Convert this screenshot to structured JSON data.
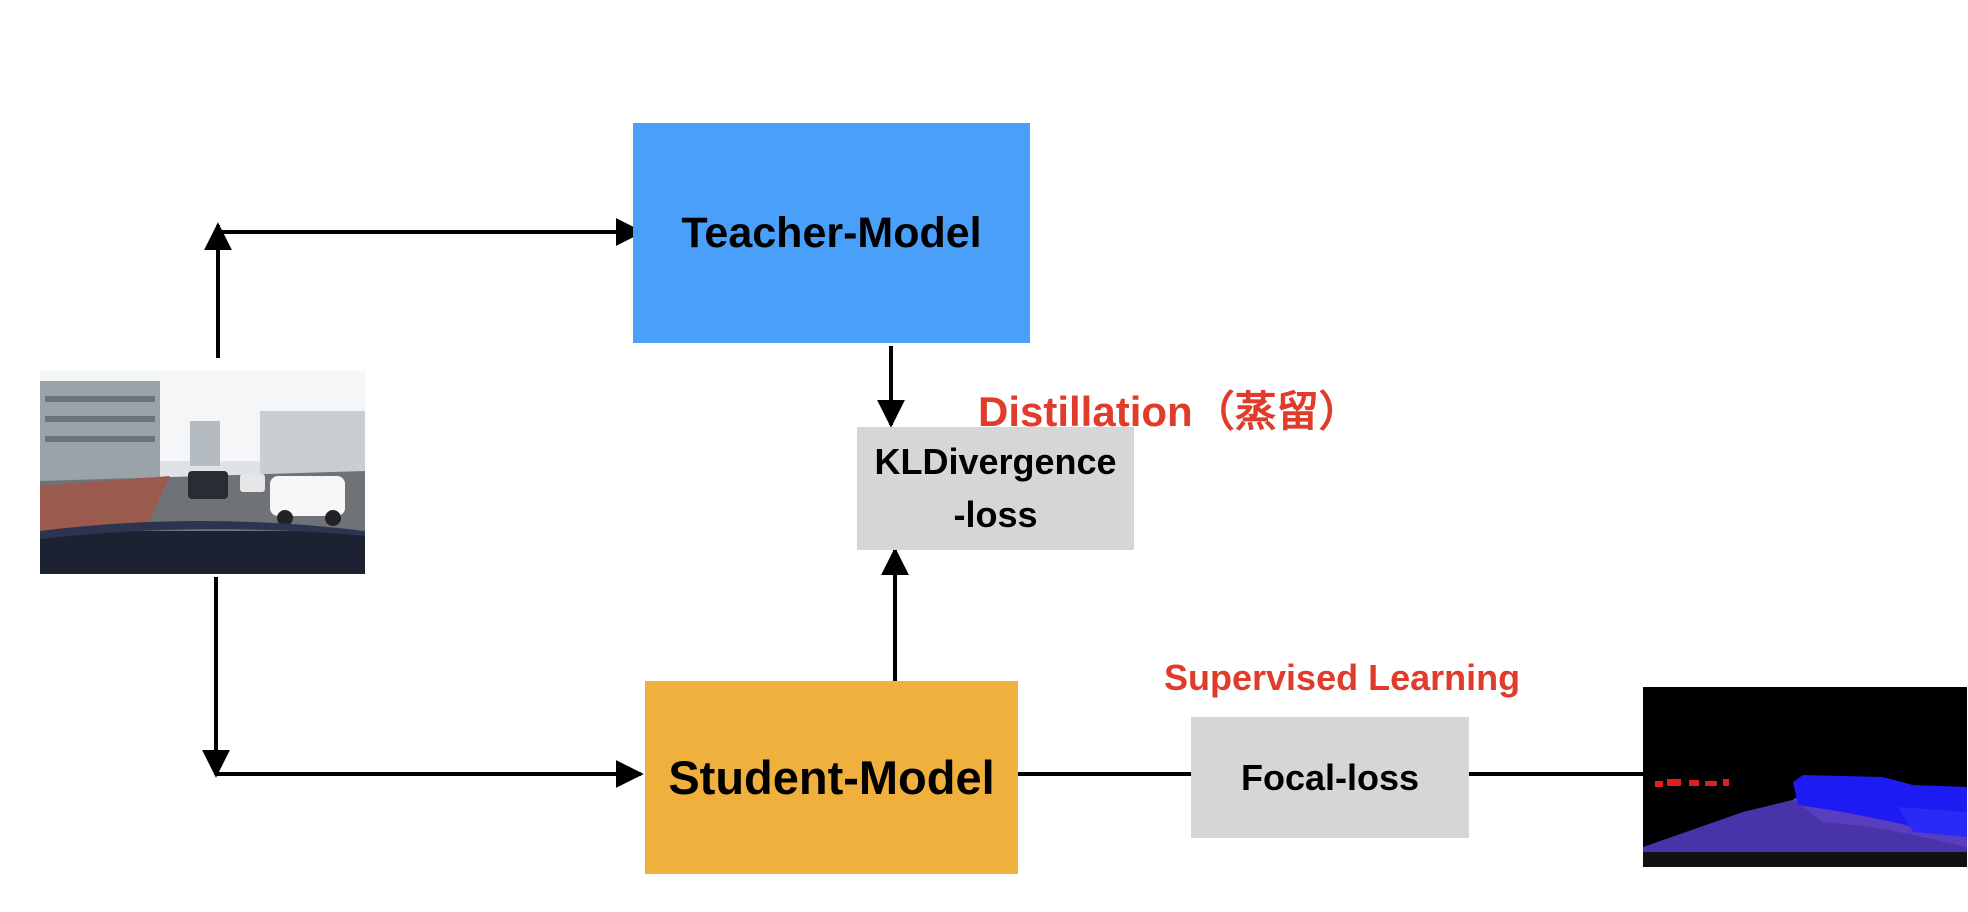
{
  "nodes": {
    "teacher": {
      "label": "Teacher-Model",
      "color": "#4A9FF8"
    },
    "student": {
      "label": "Student-Model",
      "color": "#F0B03E"
    },
    "kl_loss": {
      "line1": "KLDivergence",
      "line2": "-loss",
      "color": "#D6D6D6"
    },
    "focal_loss": {
      "label": "Focal-loss",
      "color": "#D6D6D6"
    }
  },
  "labels": {
    "distillation": "Distillation（蒸留）",
    "supervised": "Supervised Learning",
    "color": "#E03C2C"
  },
  "images": {
    "input": "street-scene-photo",
    "target": "segmentation-mask"
  },
  "edge_color": "#000000"
}
